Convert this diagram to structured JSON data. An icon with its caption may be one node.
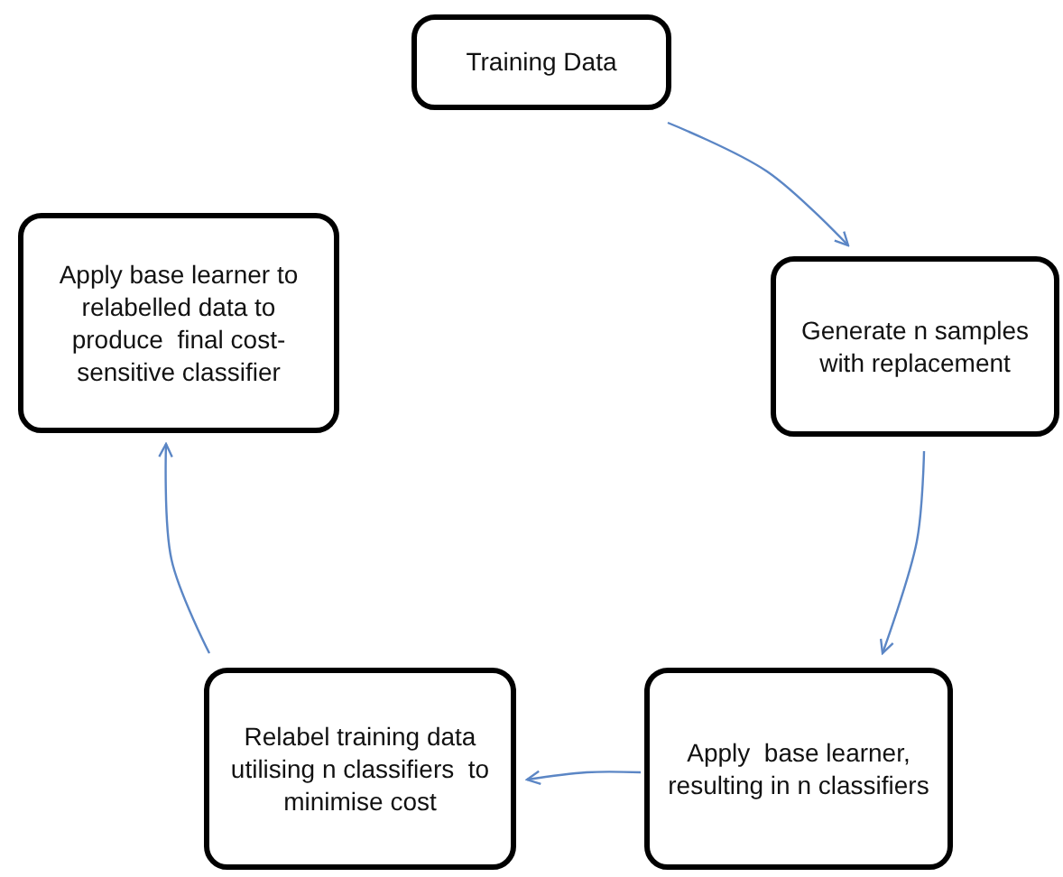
{
  "diagram": {
    "nodes": [
      {
        "text": [
          "Training Data"
        ]
      },
      {
        "text": [
          "Generate n samples with replacement"
        ]
      },
      {
        "text": [
          "Apply  base learner, resulting in n classifiers"
        ]
      },
      {
        "text": [
          "Relabel training data utilising n classifiers  to minimise cost"
        ]
      },
      {
        "text": [
          "Apply base learner to relabelled data to produce  final cost-sensitive classifier"
        ]
      }
    ],
    "edges": [
      {
        "from": 0,
        "to": 1,
        "arrow": "to"
      },
      {
        "from": 1,
        "to": 2,
        "arrow": "to"
      },
      {
        "from": 2,
        "to": 3,
        "arrow": "to"
      },
      {
        "from": 3,
        "to": 4,
        "arrow": "to"
      }
    ]
  }
}
